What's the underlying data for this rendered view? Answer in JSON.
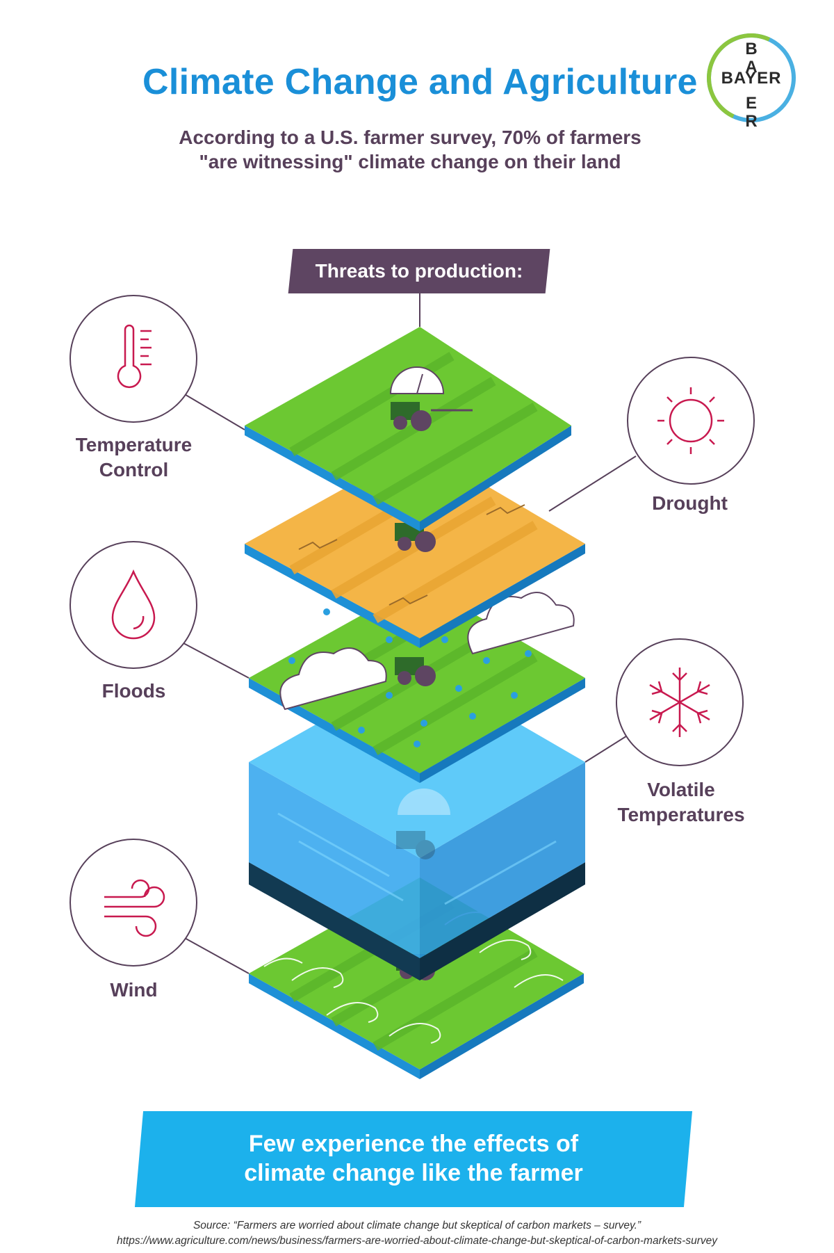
{
  "header": {
    "title": "Climate Change and Agriculture",
    "subtitle_line1": "According to a U.S. farmer survey, 70% of farmers",
    "subtitle_line2": "\"are witnessing\" climate change on their land"
  },
  "logo": {
    "horizontal": "BAYER",
    "vertical": [
      "B",
      "A",
      "Y",
      "E",
      "R"
    ]
  },
  "threats_heading": "Threats to production:",
  "threats": [
    {
      "label_line1": "Temperature",
      "label_line2": "Control",
      "icon": "thermometer-icon"
    },
    {
      "label_line1": "Drought",
      "label_line2": "",
      "icon": "sun-icon"
    },
    {
      "label_line1": "Floods",
      "label_line2": "",
      "icon": "water-drop-icon"
    },
    {
      "label_line1": "Volatile",
      "label_line2": "Temperatures",
      "icon": "snowflake-icon"
    },
    {
      "label_line1": "Wind",
      "label_line2": "",
      "icon": "wind-icon"
    }
  ],
  "banner": {
    "line1": "Few experience the effects of",
    "line2": "climate change like the farmer"
  },
  "source": {
    "line1": "Source: “Farmers are worried about climate change but skeptical of carbon markets – survey.”",
    "line2": "https://www.agriculture.com/news/business/farmers-are-worried-about-climate-change-but-skeptical-of-carbon-markets-survey"
  },
  "colors": {
    "title_blue": "#1a8fd8",
    "text_purple": "#57405a",
    "heading_bg": "#5e4562",
    "icon_magenta": "#c8194f",
    "field_green": "#6cc832",
    "field_dry": "#f4b547",
    "water_blue": "#3fb6f2",
    "banner_blue": "#1cb1ec"
  }
}
